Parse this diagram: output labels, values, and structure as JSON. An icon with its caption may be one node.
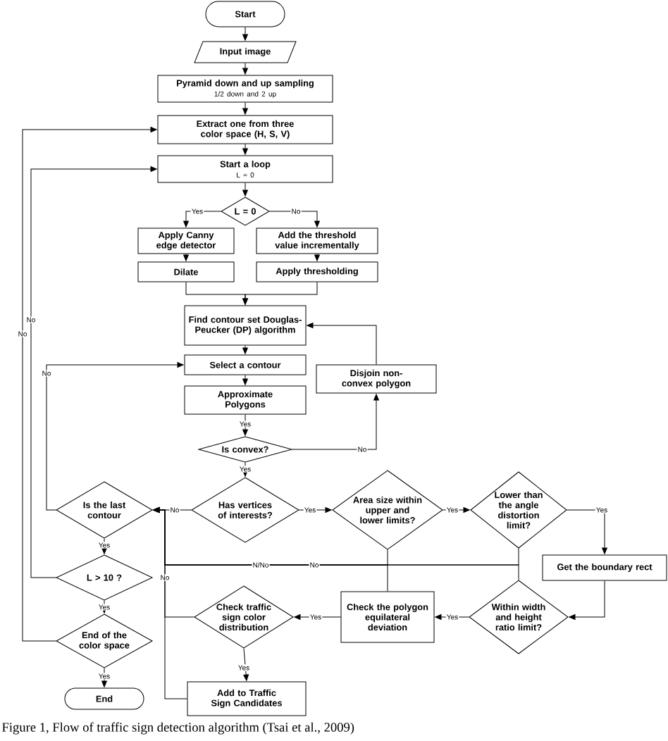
{
  "diagram": {
    "caption": "Figure 1, Flow of traffic sign detection algorithm (Tsai et al., 2009)",
    "nodes": [
      {
        "text": [
          "Start"
        ]
      },
      {
        "text": [
          "Input image"
        ]
      },
      {
        "text": [
          "Pyramid down and up sampling",
          "1/2 down and 2 up"
        ]
      },
      {
        "text": [
          "Extract one from three color space (H, S, V)"
        ]
      },
      {
        "text": [
          "Start a loop",
          "L = 0"
        ]
      },
      {
        "text": [
          "L = 0"
        ]
      },
      {
        "text": [
          "Apply Canny edge detector"
        ]
      },
      {
        "text": [
          "Add the threshold value incrementally"
        ]
      },
      {
        "text": [
          "Dilate"
        ]
      },
      {
        "text": [
          "Apply thresholding"
        ]
      },
      {
        "text": [
          "Find contour set Douglas-Peucker (DP) algorithm"
        ]
      },
      {
        "text": [
          "Select a contour"
        ]
      },
      {
        "text": [
          "Approximate Polygons"
        ]
      },
      {
        "text": [
          "Is convex?"
        ]
      },
      {
        "text": [
          "Disjoin non-convex polygon"
        ]
      },
      {
        "text": [
          "Has vertices of interests?"
        ]
      },
      {
        "text": [
          "Area size within upper and lower limits?"
        ]
      },
      {
        "text": [
          "Lower than the angle distortion limit?"
        ]
      },
      {
        "text": [
          "Is the last contour"
        ]
      },
      {
        "text": [
          "L > 10 ?"
        ]
      },
      {
        "text": [
          "End of the color space"
        ]
      },
      {
        "text": [
          "End"
        ]
      },
      {
        "text": [
          "Get the boundary rect"
        ]
      },
      {
        "text": [
          "Within width and height ratio limit?"
        ]
      },
      {
        "text": [
          "Check the polygon equilateral deviation"
        ]
      },
      {
        "text": [
          "Check traffic sign color distribution"
        ]
      },
      {
        "text": [
          "Add to Traffic Sign Candidates"
        ]
      }
    ],
    "edges": [
      {
        "from": 0,
        "to": 1,
        "arrow": "to"
      },
      {
        "from": 1,
        "to": 2,
        "arrow": "to"
      },
      {
        "from": 2,
        "to": 3,
        "arrow": "to"
      },
      {
        "from": 3,
        "to": 4,
        "arrow": "to"
      },
      {
        "from": 4,
        "to": 5,
        "arrow": "to"
      },
      {
        "from": 5,
        "to": 6,
        "arrow": "to",
        "label": "Yes"
      },
      {
        "from": 5,
        "to": 7,
        "arrow": "to",
        "label": "No"
      },
      {
        "from": 6,
        "to": 8,
        "arrow": "to"
      },
      {
        "from": 7,
        "to": 9,
        "arrow": "to"
      },
      {
        "from": 8,
        "to": 10,
        "arrow": "to"
      },
      {
        "from": 9,
        "to": 10,
        "arrow": "to"
      },
      {
        "from": 10,
        "to": 11,
        "arrow": "to"
      },
      {
        "from": 11,
        "to": 12,
        "arrow": "to"
      },
      {
        "from": 12,
        "to": 13,
        "arrow": "to",
        "label": "Yes"
      },
      {
        "from": 13,
        "to": 14,
        "arrow": "to",
        "label": "No"
      },
      {
        "from": 14,
        "to": 10,
        "arrow": "to"
      },
      {
        "from": 13,
        "to": 15,
        "arrow": "to",
        "label": "Yes"
      },
      {
        "from": 15,
        "to": 16,
        "arrow": "to",
        "label": "Yes"
      },
      {
        "from": 16,
        "to": 17,
        "arrow": "to",
        "label": "Yes"
      },
      {
        "from": 17,
        "to": 22,
        "arrow": "to",
        "label": "Yes"
      },
      {
        "from": 22,
        "to": 23,
        "arrow": "to"
      },
      {
        "from": 23,
        "to": 24,
        "arrow": "to",
        "label": "Yes"
      },
      {
        "from": 24,
        "to": 25,
        "arrow": "to",
        "label": "Yes"
      },
      {
        "from": 25,
        "to": 26,
        "arrow": "to",
        "label": "Yes"
      },
      {
        "from": 15,
        "to": 18,
        "arrow": "to",
        "label": "No"
      },
      {
        "from": 16,
        "to": 18,
        "arrow": "to",
        "label": "N/No"
      },
      {
        "from": 17,
        "to": 18,
        "arrow": "to",
        "label": "No"
      },
      {
        "from": 23,
        "to": 18,
        "arrow": "to"
      },
      {
        "from": 24,
        "to": 18,
        "arrow": "to"
      },
      {
        "from": 25,
        "to": 18,
        "arrow": "to",
        "label": "No"
      },
      {
        "from": 26,
        "to": 18,
        "arrow": "to"
      },
      {
        "from": 18,
        "to": 19,
        "arrow": "to",
        "label": "Yes"
      },
      {
        "from": 19,
        "to": 20,
        "arrow": "to",
        "label": "Yes"
      },
      {
        "from": 20,
        "to": 21,
        "arrow": "to",
        "label": "Yes"
      },
      {
        "from": 18,
        "to": 11,
        "arrow": "to",
        "label": "No"
      },
      {
        "from": 19,
        "to": 4,
        "arrow": "to",
        "label": "No"
      },
      {
        "from": 20,
        "to": 3,
        "arrow": "to",
        "label": "No"
      }
    ]
  }
}
